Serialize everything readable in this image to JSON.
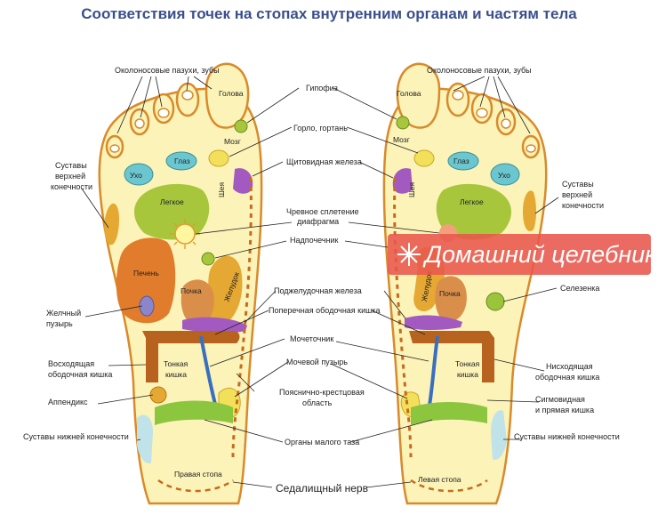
{
  "title": "Соответствия точек на стопах внутренним органам и частям тела",
  "colors": {
    "foot_fill": "#fbf3b8",
    "outline": "#d98a2b",
    "liver": "#e07c2c",
    "lung": "#a8c63c",
    "eye_ear": "#6cc6cf",
    "intestine": "#b8621f",
    "kidney": "#d98f4a",
    "spleen": "#9ac43a",
    "pelvis": "#8cc63f",
    "joint": "#e5a832",
    "bladder": "#f3e05a",
    "watermark": "#e8564c",
    "title": "#3a4f8c"
  },
  "zones": {
    "golova": "Голова",
    "mozg": "Мозг",
    "glaz": "Глаз",
    "ukho": "Ухо",
    "legkoe": "Легкое",
    "sheya": "Шея",
    "pechen": "Печень",
    "pochka": "Почка",
    "zheludok": "Желудок",
    "tonkaya": "Тонкая",
    "kishka": "кишка",
    "pravaya_stopa": "Правая стопа",
    "levaya_stopa": "Левая стопа"
  },
  "labels": {
    "sinuses_left": "Околоносовые пазухи, зубы",
    "sinuses_right": "Околоносовые пазухи, зубы",
    "hypophysis": "Гипофиз",
    "throat": "Горло, гортань",
    "thyroid": "Щитовидная железа",
    "plexus_line1": "Чревное сплетение",
    "plexus_line2": "диафрагма",
    "adrenal": "Надпочечник",
    "pancreas": "Поджелудочная железа",
    "transverse_colon": "Поперечная ободочная кишка",
    "ureter": "Мочеточник",
    "bladder": "Мочевой пузырь",
    "lumbosacral_line1": "Пояснично-крестцовая",
    "lumbosacral_line2": "область",
    "pelvic_organs": "Органы малого таза",
    "sciatic": "Седалищный нерв",
    "arm_joints_l1": "Суставы",
    "arm_joints_l2": "верхней",
    "arm_joints_l3": "конечности",
    "arm_joints_r1": "Суставы",
    "arm_joints_r2": "верхней",
    "arm_joints_r3": "конечности",
    "gallbladder_l1": "Желчный",
    "gallbladder_l2": "пузырь",
    "ascending_l1": "Восходящая",
    "ascending_l2": "ободочная кишка",
    "appendix": "Аппендикс",
    "leg_joints_left": "Суставы нижней конечности",
    "leg_joints_right": "Суставы нижней конечности",
    "spleen": "Селезенка",
    "descending_l1": "Нисходящая",
    "descending_l2": "ободочная кишка",
    "sigmoid_l1": "Сигмовидная",
    "sigmoid_l2": "и прямая кишка"
  },
  "watermark": "Домашний целебник"
}
